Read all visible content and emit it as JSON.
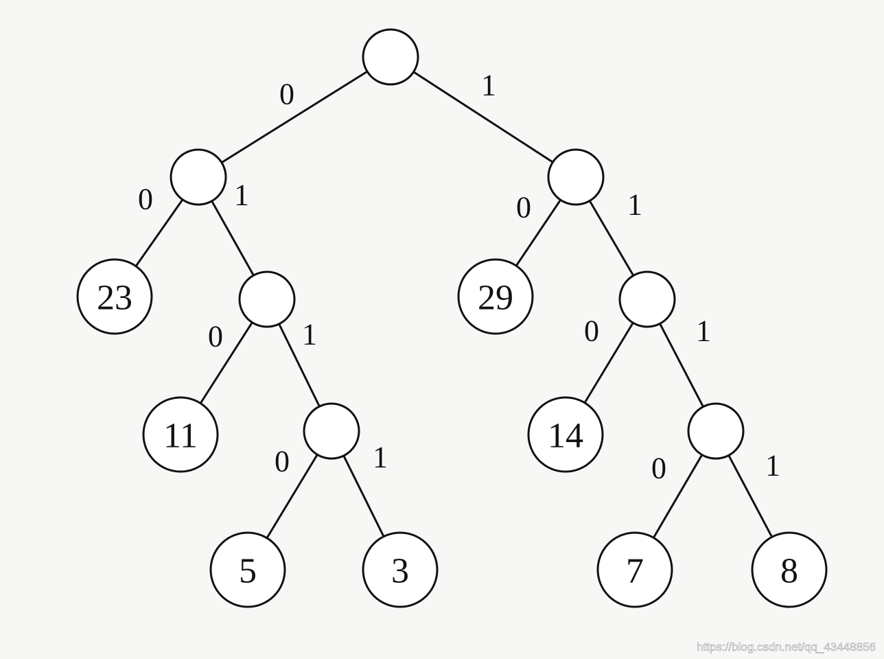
{
  "tree": {
    "nodes": [
      {
        "id": "root",
        "label": ""
      },
      {
        "id": "n-l",
        "label": ""
      },
      {
        "id": "n-r",
        "label": ""
      },
      {
        "id": "leaf-23",
        "label": "23"
      },
      {
        "id": "n-lr",
        "label": ""
      },
      {
        "id": "leaf-29",
        "label": "29"
      },
      {
        "id": "n-rr",
        "label": ""
      },
      {
        "id": "leaf-11",
        "label": "11"
      },
      {
        "id": "n-lrr",
        "label": ""
      },
      {
        "id": "leaf-14",
        "label": "14"
      },
      {
        "id": "n-rrr",
        "label": ""
      },
      {
        "id": "leaf-5",
        "label": "5"
      },
      {
        "id": "leaf-3",
        "label": "3"
      },
      {
        "id": "leaf-7",
        "label": "7"
      },
      {
        "id": "leaf-8",
        "label": "8"
      }
    ],
    "edges": [
      {
        "from": "root",
        "to": "n-l",
        "bit": "0"
      },
      {
        "from": "root",
        "to": "n-r",
        "bit": "1"
      },
      {
        "from": "n-l",
        "to": "leaf-23",
        "bit": "0"
      },
      {
        "from": "n-l",
        "to": "n-lr",
        "bit": "1"
      },
      {
        "from": "n-r",
        "to": "leaf-29",
        "bit": "0"
      },
      {
        "from": "n-r",
        "to": "n-rr",
        "bit": "1"
      },
      {
        "from": "n-lr",
        "to": "leaf-11",
        "bit": "0"
      },
      {
        "from": "n-lr",
        "to": "n-lrr",
        "bit": "1"
      },
      {
        "from": "n-rr",
        "to": "leaf-14",
        "bit": "0"
      },
      {
        "from": "n-rr",
        "to": "n-rrr",
        "bit": "1"
      },
      {
        "from": "n-lrr",
        "to": "leaf-5",
        "bit": "0"
      },
      {
        "from": "n-lrr",
        "to": "leaf-3",
        "bit": "1"
      },
      {
        "from": "n-rrr",
        "to": "leaf-7",
        "bit": "0"
      },
      {
        "from": "n-rrr",
        "to": "leaf-8",
        "bit": "1"
      }
    ]
  },
  "watermark": "https://blog.csdn.net/qq_43448856"
}
